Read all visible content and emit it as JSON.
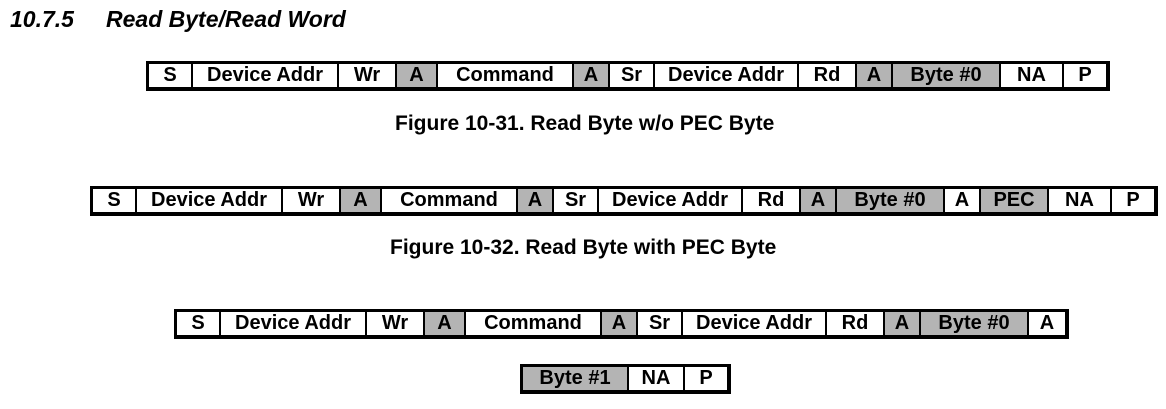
{
  "section": {
    "number": "10.7.5",
    "title": "Read Byte/Read Word"
  },
  "colors": {
    "host_cell": "#ffffff",
    "slave_cell": "#b4b4b4",
    "border": "#000000"
  },
  "figures": [
    {
      "caption": "Figure 10-31. Read Byte w/o PEC Byte",
      "cells": [
        {
          "label": "S",
          "shaded": false
        },
        {
          "label": "Device Addr",
          "shaded": false
        },
        {
          "label": "Wr",
          "shaded": false
        },
        {
          "label": "A",
          "shaded": true
        },
        {
          "label": "Command",
          "shaded": false
        },
        {
          "label": "A",
          "shaded": true
        },
        {
          "label": "Sr",
          "shaded": false
        },
        {
          "label": "Device Addr",
          "shaded": false
        },
        {
          "label": "Rd",
          "shaded": false
        },
        {
          "label": "A",
          "shaded": true
        },
        {
          "label": "Byte #0",
          "shaded": true
        },
        {
          "label": "NA",
          "shaded": false
        },
        {
          "label": "P",
          "shaded": false
        }
      ]
    },
    {
      "caption": "Figure 10-32. Read Byte with PEC Byte",
      "cells": [
        {
          "label": "S",
          "shaded": false
        },
        {
          "label": "Device Addr",
          "shaded": false
        },
        {
          "label": "Wr",
          "shaded": false
        },
        {
          "label": "A",
          "shaded": true
        },
        {
          "label": "Command",
          "shaded": false
        },
        {
          "label": "A",
          "shaded": true
        },
        {
          "label": "Sr",
          "shaded": false
        },
        {
          "label": "Device Addr",
          "shaded": false
        },
        {
          "label": "Rd",
          "shaded": false
        },
        {
          "label": "A",
          "shaded": true
        },
        {
          "label": "Byte #0",
          "shaded": true
        },
        {
          "label": "A",
          "shaded": false
        },
        {
          "label": "PEC",
          "shaded": true
        },
        {
          "label": "NA",
          "shaded": false
        },
        {
          "label": "P",
          "shaded": false
        }
      ]
    },
    {
      "caption": "",
      "cells": [
        {
          "label": "S",
          "shaded": false
        },
        {
          "label": "Device Addr",
          "shaded": false
        },
        {
          "label": "Wr",
          "shaded": false
        },
        {
          "label": "A",
          "shaded": true
        },
        {
          "label": "Command",
          "shaded": false
        },
        {
          "label": "A",
          "shaded": true
        },
        {
          "label": "Sr",
          "shaded": false
        },
        {
          "label": "Device Addr",
          "shaded": false
        },
        {
          "label": "Rd",
          "shaded": false
        },
        {
          "label": "A",
          "shaded": true
        },
        {
          "label": "Byte #0",
          "shaded": true
        },
        {
          "label": "A",
          "shaded": false
        }
      ]
    },
    {
      "caption": "",
      "cells": [
        {
          "label": "Byte #1",
          "shaded": true
        },
        {
          "label": "NA",
          "shaded": false
        },
        {
          "label": "P",
          "shaded": false
        }
      ]
    }
  ]
}
